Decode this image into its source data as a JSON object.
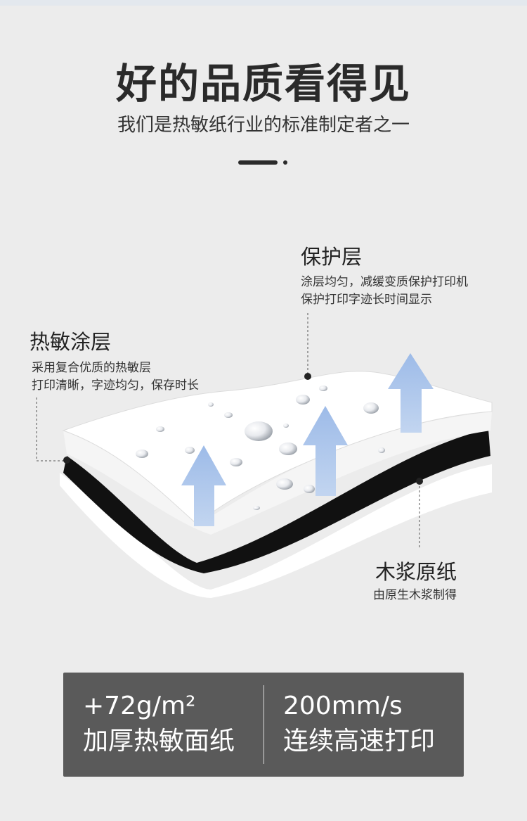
{
  "header": {
    "title": "好的品质看得见",
    "subtitle": "我们是热敏纸行业的标准制定者之一"
  },
  "layers": {
    "protective": {
      "title": "保护层",
      "desc_line1": "涂层均匀，减缓变质保护打印机",
      "desc_line2": "保护打印字迹长时间显示"
    },
    "thermal": {
      "title": "热敏涂层",
      "desc_line1": "采用复合优质的热敏层",
      "desc_line2": "打印清晰，字迹均匀，保存时长"
    },
    "pulp": {
      "title": "木浆原纸",
      "desc": "由原生木浆制得"
    }
  },
  "specs": {
    "left": {
      "value": "+72g/m²",
      "label": "加厚热敏面纸"
    },
    "right": {
      "value": "200mm/s",
      "label": "连续高速打印"
    }
  },
  "colors": {
    "background": "#ececec",
    "spec_box": "#5a5a5a",
    "arrow": "#a9c3e8",
    "black_layer": "#111111"
  }
}
